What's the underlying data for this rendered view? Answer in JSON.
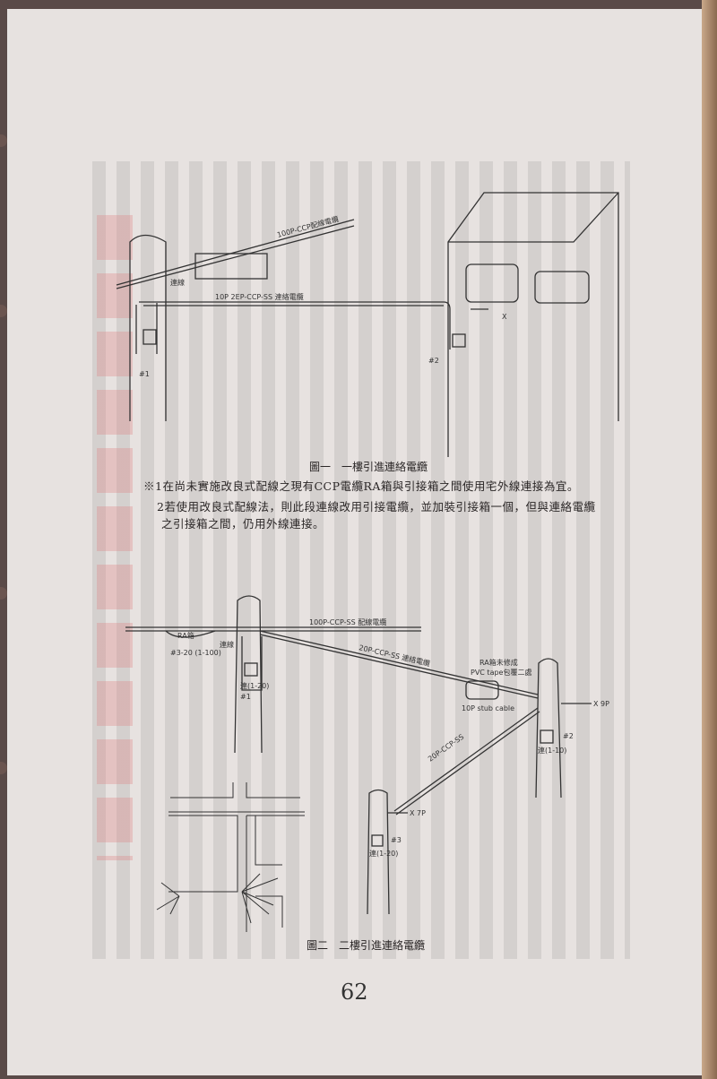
{
  "figure1": {
    "caption": "圖一　一樓引進連絡電纜",
    "labels": {
      "distribution_cable": "100P-CCP配線電纜",
      "jumper": "連線",
      "contact_cable": "10P 2EP-CCP-SS 連絡電纜",
      "pole1": "#1",
      "pole2": "#2",
      "terminal": "X"
    }
  },
  "notes": [
    "※1在尚未實施改良式配線之現有CCP電纜RA箱與引接箱之間使用宅外線連接為宜。",
    "2若使用改良式配線法，則此段連線改用引接電纜，並加裝引接箱一個，但與連絡電纜",
    "之引接箱之間，仍用外線連接。"
  ],
  "figure2": {
    "caption": "圖二　二樓引進連絡電纜",
    "labels": {
      "distribution_cable": "100P-CCP-SS 配線電纜",
      "ra_box": "RA箱",
      "ra_id": "#3-20 (1-100)",
      "jumper": "連線",
      "conn1": "連(1-20)",
      "pole1": "#1",
      "contact_cable": "20P-CCP-SS 連絡電纜",
      "ra_note": "RA箱未修成",
      "tape_note": "PVC tape包覆二處",
      "stub": "10P stub cable",
      "x9p": "X 9P",
      "pole2": "#2",
      "conn2": "連(1-10)",
      "cable2": "20P-CCP-SS",
      "x7p": "X 7P",
      "pole3": "#3",
      "conn3": "連(1-20)"
    }
  },
  "page_number": "62"
}
